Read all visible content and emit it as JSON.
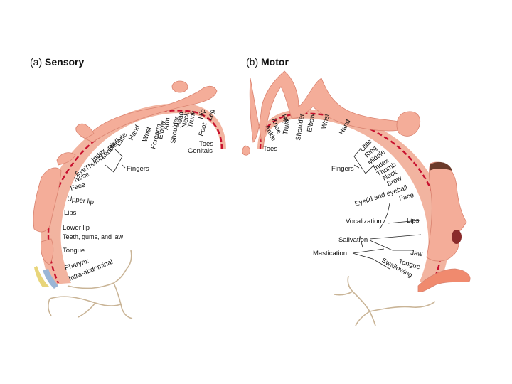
{
  "sensory": {
    "letter": "(a)",
    "title": "Sensory",
    "arc_labels": [
      "Genitals",
      "Toes",
      "Foot",
      "Leg",
      "Hip",
      "Trunk",
      "Neck",
      "Head",
      "Shoulder",
      "Arm",
      "Elbow",
      "Forearm",
      "Wrist",
      "Hand",
      "Little",
      "Ring",
      "Middle",
      "Index",
      "Thumb",
      "Eye",
      "Nose",
      "Face",
      "Upper lip",
      "Lips",
      "Lower lip",
      "Teeth, gums, and jaw",
      "Tongue",
      "Pharynx",
      "Intra-abdominal"
    ],
    "group_label": "Fingers"
  },
  "motor": {
    "letter": "(b)",
    "title": "Motor",
    "arc_labels": [
      "Toes",
      "Ankle",
      "Knee",
      "Hip",
      "Trunk",
      "Shoulder",
      "Elbow",
      "Wrist",
      "Hand",
      "Little",
      "Ring",
      "Middle",
      "Index",
      "Thumb",
      "Neck",
      "Brow",
      "Eyelid and eyeball",
      "Face",
      "Lips",
      "Jaw",
      "Tongue",
      "Swallowing"
    ],
    "group_label": "Fingers",
    "function_labels": [
      "Vocalization",
      "Salivation",
      "Mastication"
    ]
  },
  "colors": {
    "cortex_fill": "#f2b9a4",
    "cortex_edge": "#c8102e",
    "white_matter": "#f7e6d8",
    "nerve": "#c9b496",
    "skin": "#f4a896",
    "skin_dark": "#e08070"
  }
}
